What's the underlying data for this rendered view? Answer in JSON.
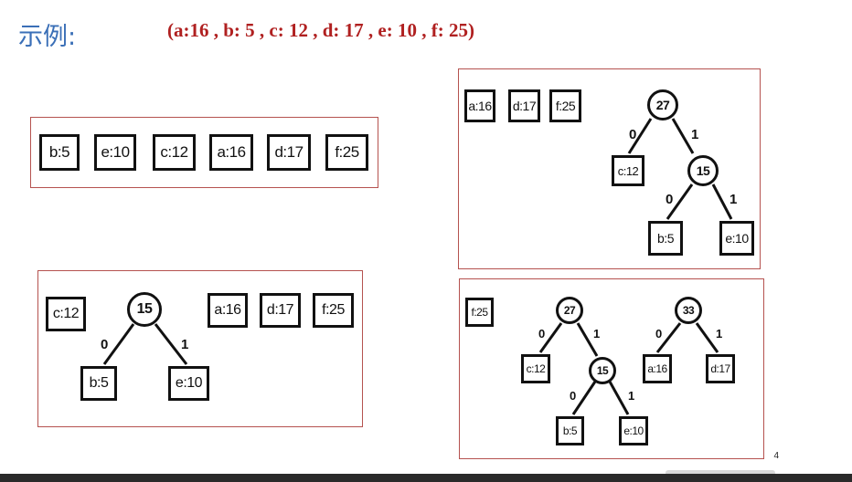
{
  "title": "示例:",
  "subtitle": "(a:16 , b: 5 , c: 12 , d: 17 , e: 10 , f: 25)",
  "page_number": "4",
  "step1": {
    "nodes": [
      "b:5",
      "e:10",
      "c:12",
      "a:16",
      "d:17",
      "f:25"
    ]
  },
  "step2": {
    "leaf_c": "c:12",
    "node_15": "15",
    "leaf_b": "b:5",
    "leaf_e": "e:10",
    "edge_left": "0",
    "edge_right": "1",
    "leaf_a": "a:16",
    "leaf_d": "d:17",
    "leaf_f": "f:25"
  },
  "step3": {
    "leaf_a": "a:16",
    "leaf_d": "d:17",
    "leaf_f": "f:25",
    "node_27": "27",
    "leaf_c": "c:12",
    "node_15": "15",
    "leaf_b": "b:5",
    "leaf_e": "e:10",
    "edge_0a": "0",
    "edge_1a": "1",
    "edge_0b": "0",
    "edge_1b": "1"
  },
  "step4": {
    "leaf_f": "f:25",
    "node_27": "27",
    "leaf_c": "c:12",
    "node_15": "15",
    "leaf_b": "b:5",
    "leaf_e": "e:10",
    "node_33": "33",
    "leaf_a": "a:16",
    "leaf_d": "d:17",
    "edge_0a": "0",
    "edge_1a": "1",
    "edge_0b": "0",
    "edge_1b": "1",
    "edge_0c": "0",
    "edge_1c": "1"
  }
}
